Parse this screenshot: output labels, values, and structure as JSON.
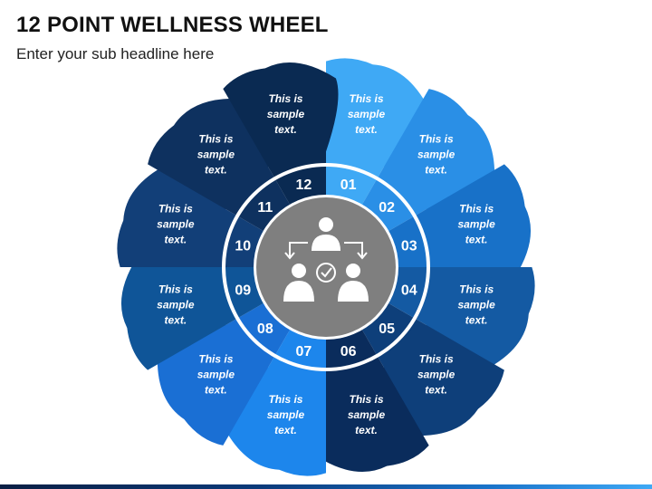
{
  "header": {
    "title": "12 POINT WELLNESS WHEEL",
    "subtitle": "Enter your sub headline here"
  },
  "wheel": {
    "segments": [
      {
        "number": "01",
        "text": [
          "This is",
          "sample",
          "text."
        ],
        "color": "#3fa9f5"
      },
      {
        "number": "02",
        "text": [
          "This is",
          "sample",
          "text."
        ],
        "color": "#2a8fe6"
      },
      {
        "number": "03",
        "text": [
          "This is",
          "sample",
          "text."
        ],
        "color": "#1871c8"
      },
      {
        "number": "04",
        "text": [
          "This is",
          "sample",
          "text."
        ],
        "color": "#145aa3"
      },
      {
        "number": "05",
        "text": [
          "This is",
          "sample",
          "text."
        ],
        "color": "#0e3f7a"
      },
      {
        "number": "06",
        "text": [
          "This is",
          "sample",
          "text."
        ],
        "color": "#0a2c5c"
      },
      {
        "number": "07",
        "text": [
          "This is",
          "sample",
          "text."
        ],
        "color": "#1d86ec"
      },
      {
        "number": "08",
        "text": [
          "This is",
          "sample",
          "text."
        ],
        "color": "#1a6fd4"
      },
      {
        "number": "09",
        "text": [
          "This is",
          "sample",
          "text."
        ],
        "color": "#0f5598"
      },
      {
        "number": "10",
        "text": [
          "This is",
          "sample",
          "text."
        ],
        "color": "#123f78"
      },
      {
        "number": "11",
        "text": [
          "This is",
          "sample",
          "text."
        ],
        "color": "#0e315f"
      },
      {
        "number": "12",
        "text": [
          "This is",
          "sample",
          "text."
        ],
        "color": "#0a2a52"
      }
    ],
    "hub_color": "#7f7f7f",
    "ring_color": "#ffffff",
    "center_icon": "team-hierarchy-icon"
  }
}
